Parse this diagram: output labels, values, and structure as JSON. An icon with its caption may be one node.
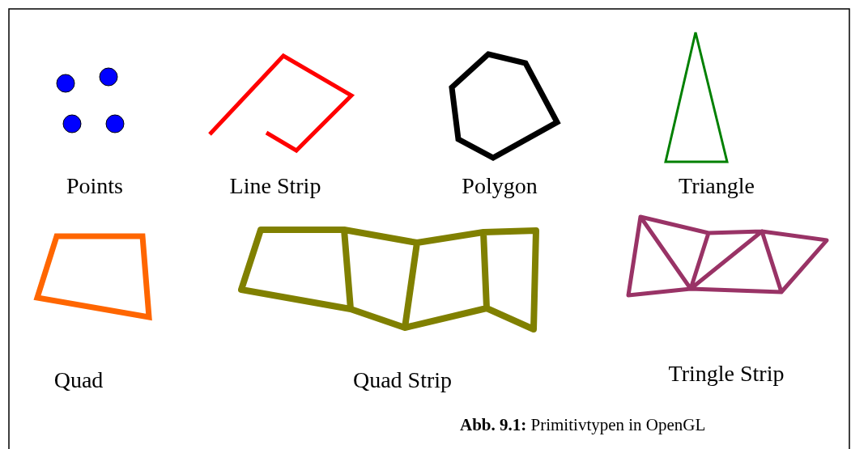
{
  "diagram": {
    "caption": "**Abb.  9.1:** Primitivtypen in OpenGL",
    "labels": [
      "Points",
      "Line Strip",
      "Polygon",
      "Triangle",
      "Quad",
      "Quad Strip",
      "Tringle Strip"
    ]
  }
}
